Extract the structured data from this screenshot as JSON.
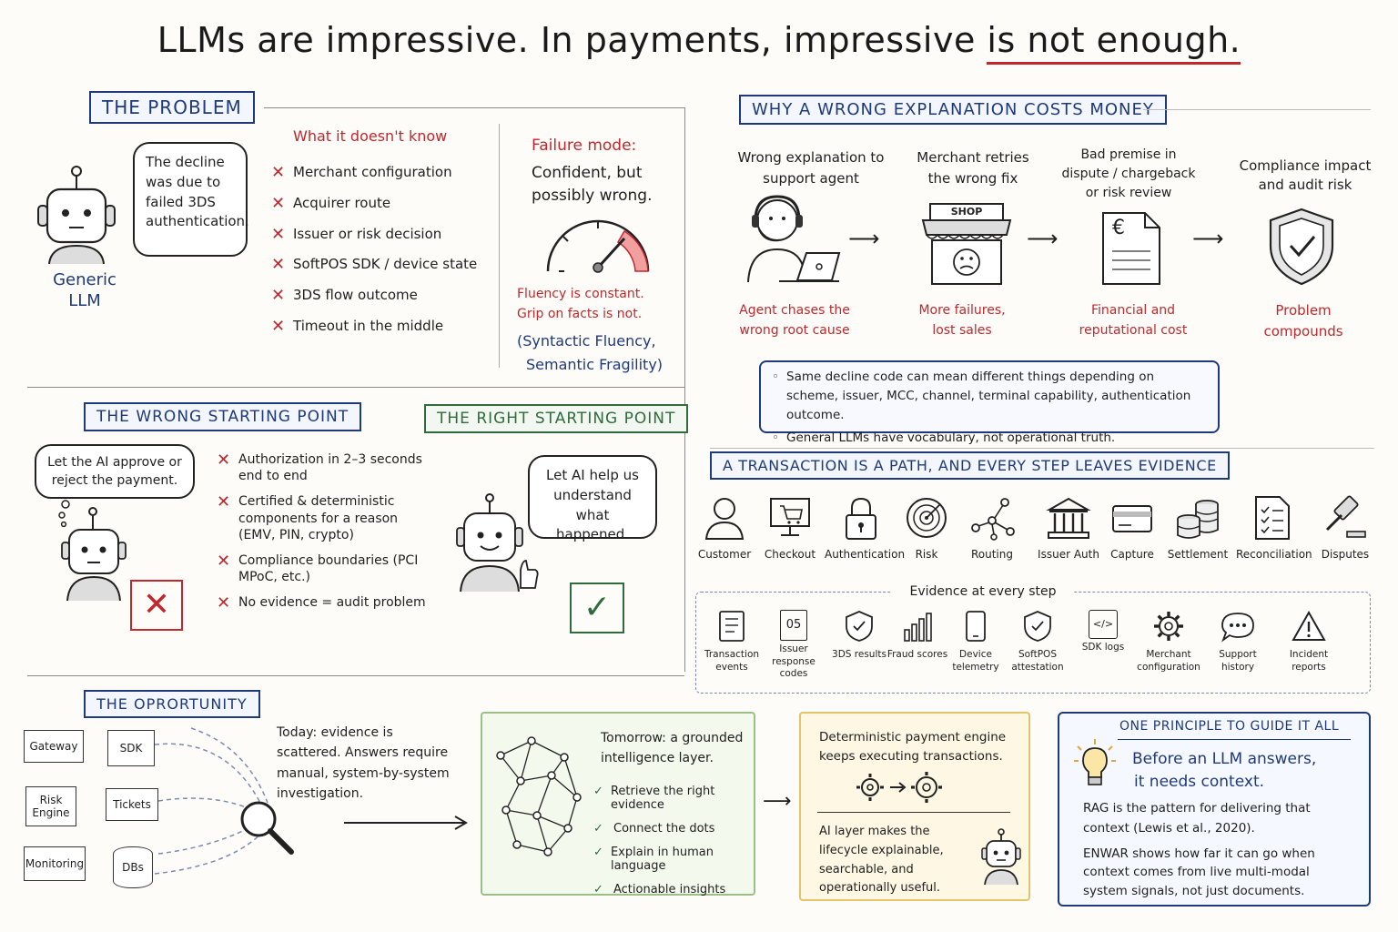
{
  "title": {
    "prefix": "LLMs are impressive. In payments, impressive ",
    "underlined": "is not enough."
  },
  "problem": {
    "tag": "THE PROBLEM",
    "bubble": "The decline was due to failed 3DS authentication.",
    "robot_label": "Generic LLM",
    "unknown_heading": "What it doesn't know",
    "unknown_items": [
      "Merchant configuration",
      "Acquirer route",
      "Issuer or risk decision",
      "SoftPOS SDK / device state",
      "3DS flow outcome",
      "Timeout in the middle"
    ],
    "failure_heading": "Failure mode:",
    "failure_text": "Confident, but possibly wrong.",
    "fluency_line1": "Fluency is constant.",
    "fluency_line2": "Grip on facts is not.",
    "syntactic_line1": "(Syntactic Fluency,",
    "syntactic_line2": "Semantic Fragility)"
  },
  "cost": {
    "tag": "WHY A WRONG EXPLANATION COSTS MONEY",
    "steps": [
      {
        "top": "Wrong explanation to support agent",
        "bottom": "Agent chases the wrong root cause"
      },
      {
        "top": "Merchant retries the wrong fix",
        "bottom": "More failures, lost sales",
        "sign": "SHOP"
      },
      {
        "top": "Bad premise in dispute / chargeback or risk review",
        "bottom": "Financial and reputational cost",
        "symbol": "€"
      },
      {
        "top": "Compliance impact and audit risk",
        "bottom": "Problem compounds"
      }
    ],
    "notes": [
      "Same decline code can mean different things depending on scheme, issuer, MCC, channel, terminal capability, authentication outcome.",
      "General LLMs have vocabulary, not operational truth."
    ],
    "bullet": "◦",
    "arrow": "⟶"
  },
  "wrong": {
    "tag": "THE WRONG STARTING POINT",
    "bubble": "Let the AI approve or reject the payment.",
    "items": [
      "Authorization in 2–3 seconds end to end",
      "Certified & deterministic components for a reason (EMV, PIN, crypto)",
      "Compliance boundaries (PCI MPoC, etc.)",
      "No evidence = audit problem"
    ],
    "mark": "✕"
  },
  "right": {
    "tag": "THE RIGHT STARTING POINT",
    "bubble": "Let AI help us understand what happened.",
    "mark": "✓"
  },
  "path": {
    "tag": "A TRANSACTION IS A PATH, AND EVERY STEP LEAVES EVIDENCE",
    "steps": [
      "Customer",
      "Checkout",
      "Authentication",
      "Risk",
      "Routing",
      "Issuer Auth",
      "Capture",
      "Settlement",
      "Reconciliation",
      "Disputes"
    ],
    "evidence_heading": "Evidence at every step",
    "evidence": [
      "Transaction events",
      "Issuer response codes",
      "3DS results",
      "Fraud scores",
      "Device telemetry",
      "SoftPOS attestation",
      "SDK logs",
      "Merchant configuration",
      "Support history",
      "Incident reports"
    ],
    "code_sample": "05",
    "sdk_glyph": "</>"
  },
  "opportunity": {
    "tag": "THE OPRORTUNITY",
    "sources": [
      "Gateway",
      "SDK",
      "Risk Engine",
      "Tickets",
      "Monitoring",
      "DBs"
    ],
    "today": "Today: evidence is scattered. Answers require manual, system-by-system investigation.",
    "tomorrow_heading": "Tomorrow: a grounded intelligence layer.",
    "tomorrow_items": [
      "Retrieve the right evidence",
      "Connect the dots",
      "Explain in human language",
      "Actionable insights"
    ],
    "engine_top": "Deterministic payment engine keeps executing transactions.",
    "engine_bottom": "AI layer makes the lifecycle explainable, searchable, and operationally useful.",
    "arrow": "⟶"
  },
  "principle": {
    "heading": "ONE PRINCIPLE TO GUIDE IT ALL",
    "quote_line1": "Before an LLM answers,",
    "quote_line2": "it needs context.",
    "para1": "RAG is the pattern for delivering that context (Lewis et al., 2020).",
    "para2": "ENWAR shows how far it can go when context comes from live multi-modal system signals, not just documents."
  },
  "colors": {
    "navy": "#1f3a7a",
    "red": "#c0282d",
    "green": "#2f6b3c",
    "yellow_box": "#fdf7e3",
    "green_box": "#f4f9ee"
  }
}
